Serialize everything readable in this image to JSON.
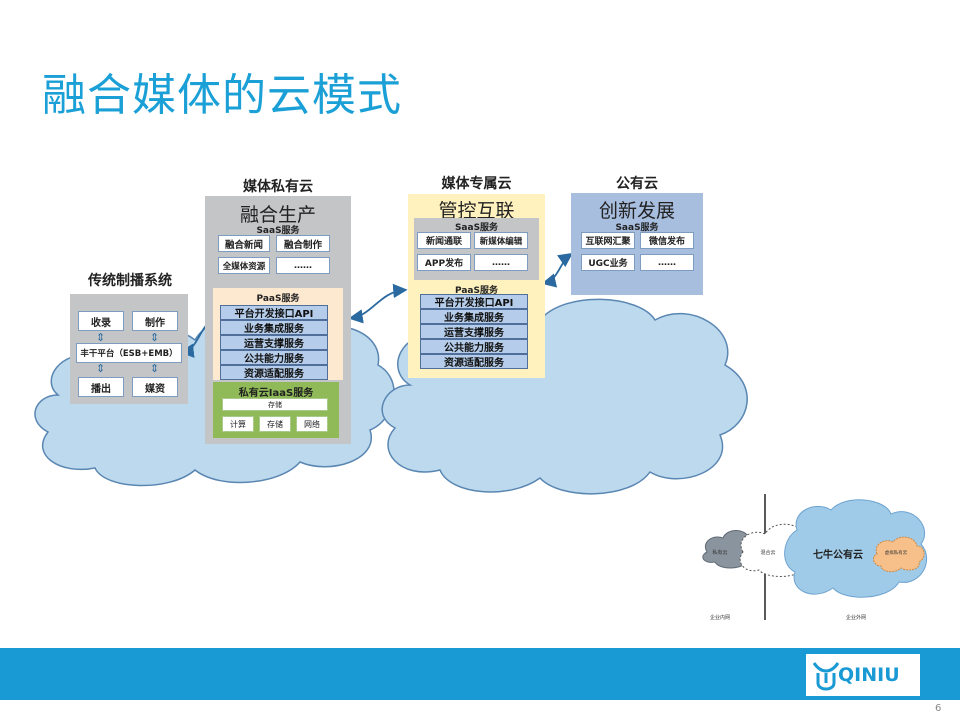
{
  "title": "融合媒体的云模式",
  "legacy": {
    "title": "传统制播系统",
    "items": [
      "收录",
      "制作",
      "播出",
      "媒资"
    ],
    "platform": "丰干平台（ESB+EMB）"
  },
  "private_cloud": {
    "title": "媒体私有云",
    "subtitle": "融合生产",
    "saas_label": "SaaS服务",
    "saas_items": [
      "融合新闻",
      "融合制作",
      "全媒体资源",
      "……"
    ],
    "paas_label": "PaaS服务",
    "paas_items": [
      "平台开发接口API",
      "业务集成服务",
      "运营支撑服务",
      "公共能力服务",
      "资源适配服务"
    ],
    "iaas_label": "私有云IaaS服务",
    "iaas_top": "存储",
    "iaas_items": [
      "计算",
      "存储",
      "网络"
    ]
  },
  "dedicated_cloud": {
    "title": "媒体专属云",
    "subtitle": "管控互联",
    "saas_label": "SaaS服务",
    "saas_items": [
      "新闻通联",
      "新媒体编辑",
      "APP发布",
      "……"
    ],
    "paas_label": "PaaS服务",
    "paas_items": [
      "平台开发接口API",
      "业务集成服务",
      "运营支撑服务",
      "公共能力服务",
      "资源适配服务"
    ]
  },
  "public_cloud": {
    "title": "公有云",
    "subtitle": "创新发展",
    "saas_label": "SaaS服务",
    "saas_items": [
      "互联网汇聚",
      "微信发布",
      "UGC业务",
      "……"
    ]
  },
  "inset": {
    "left_cloud": "私有云",
    "middle_cloud": "混合云",
    "right_cloud": "七牛公有云",
    "right_inner": "虚拟私有云",
    "left_caption": "企业内网",
    "right_caption": "企业外网"
  },
  "logo": "QINIU",
  "page_number": "6",
  "colors": {
    "title": "#1aa0d6",
    "footer": "#1a9ad4",
    "cloud_fill": "#bcd9ee",
    "cloud_stroke": "#5a86b2",
    "paas_fill": "#fde8d0",
    "iaas_fill": "#8fba57",
    "dedicated_fill": "#fff2bf",
    "public_fill": "#a8bedf",
    "row_fill": "#b5cdea"
  }
}
